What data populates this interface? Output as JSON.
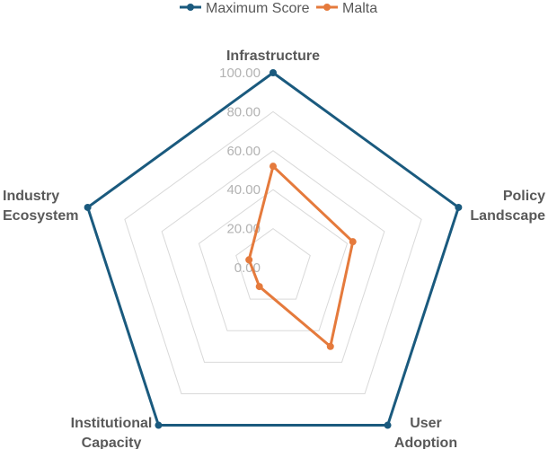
{
  "chart_data": {
    "type": "radar",
    "axes": [
      [
        "Infrastructure"
      ],
      [
        "Policy",
        "Landscape"
      ],
      [
        "User",
        "Adoption"
      ],
      [
        "Institutional",
        "Capacity"
      ],
      [
        "Industry",
        "Ecosystem"
      ]
    ],
    "series": [
      {
        "name": "Maximum Score",
        "color": "#1a5a7e",
        "values": [
          100,
          100,
          100,
          100,
          100
        ]
      },
      {
        "name": "Malta",
        "color": "#e57a3c",
        "values": [
          52,
          43,
          50,
          12,
          13
        ]
      }
    ],
    "ticks": [
      "0.00",
      "20.00",
      "40.00",
      "60.00",
      "80.00",
      "100.00"
    ],
    "rlim": [
      0,
      100
    ],
    "grid_color": "#d9d9d9",
    "legend_position": "top"
  }
}
